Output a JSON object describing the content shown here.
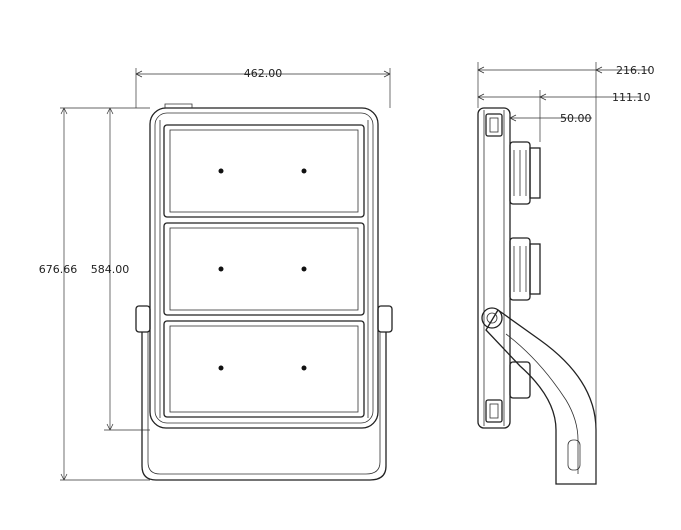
{
  "dimensions": {
    "width_total": "462.00",
    "height_total": "676.66",
    "height_body": "584.00",
    "depth_total": "216.10",
    "depth_body": "111.10",
    "depth_driver": "50.00"
  },
  "front_view": {
    "modules": 3,
    "leds_per_module": 2
  },
  "colors": {
    "line": "#222222",
    "background": "#ffffff"
  }
}
